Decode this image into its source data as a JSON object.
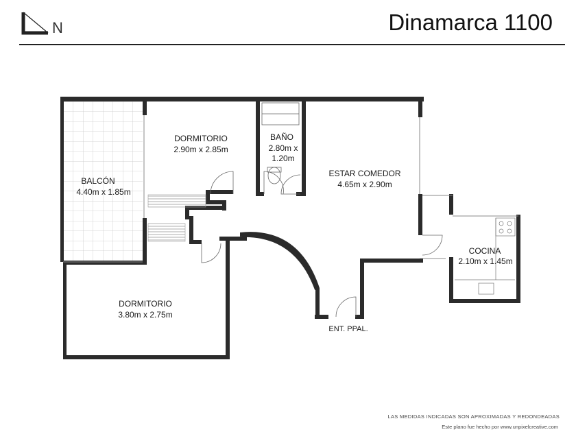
{
  "header": {
    "brand_letter": "N",
    "title": "Dinamarca 1100"
  },
  "rooms": {
    "balcon": {
      "name": "BALCÓN",
      "size": "4.40m x 1.85m"
    },
    "dormitorio_1": {
      "name": "DORMITORIO",
      "size": "2.90m x 2.85m"
    },
    "bano": {
      "name": "BAÑO",
      "size_line1": "2.80m x",
      "size_line2": "1.20m"
    },
    "estar_comedor": {
      "name": "ESTAR COMEDOR",
      "size": "4.65m x 2.90m"
    },
    "cocina": {
      "name": "COCINA",
      "size": "2.10m x 1.45m"
    },
    "dormitorio_2": {
      "name": "DORMITORIO",
      "size": "3.80m x 2.75m"
    },
    "entrada": {
      "name": "ENT. PPAL."
    }
  },
  "footer": {
    "note": "LAS MEDIDAS INDICADAS SON APROXIMADAS Y REDONDEADAS",
    "credit_prefix": "Este plano fue hecho por",
    "credit_link": "www.unpixelcreative.com"
  },
  "colors": {
    "wall": "#2b2b2b",
    "line": "#777777",
    "grid": "#c8c8c8"
  }
}
